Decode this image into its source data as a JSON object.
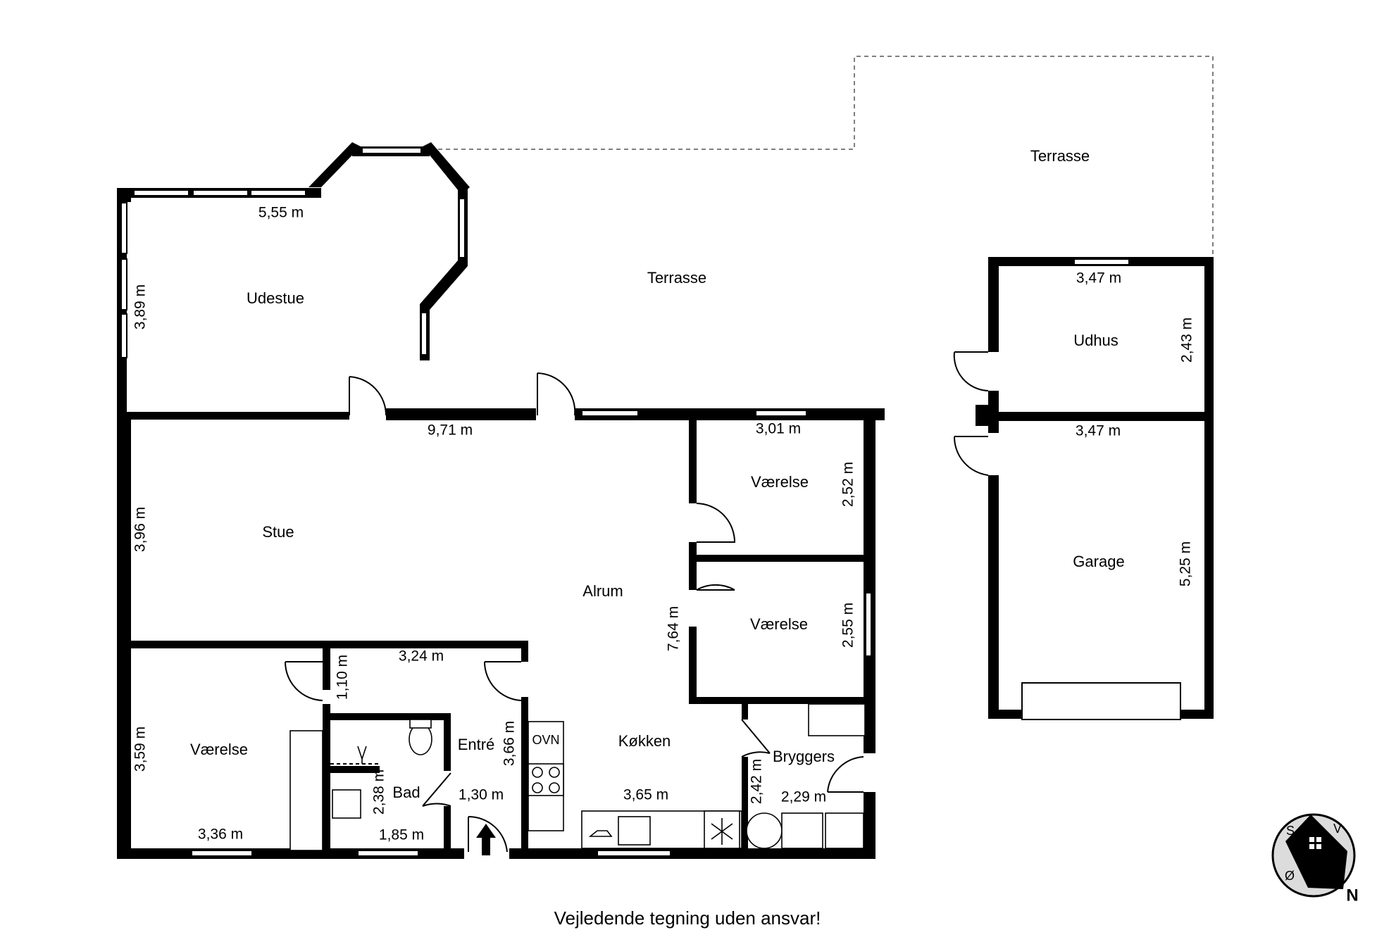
{
  "rooms": {
    "udestue": "Udestue",
    "terrasse_main": "Terrasse",
    "terrasse_top": "Terrasse",
    "udhus": "Udhus",
    "garage": "Garage",
    "stue": "Stue",
    "alrum": "Alrum",
    "vaerelse_top": "Værelse",
    "vaerelse_mid": "Værelse",
    "vaerelse_left": "Værelse",
    "bad": "Bad",
    "entre": "Entré",
    "kokken": "Køkken",
    "bryggers": "Bryggers"
  },
  "dimensions": {
    "udestue_w": "5,55 m",
    "udestue_h": "3,89 m",
    "main_w": "9,71 m",
    "stue_h": "3,96 m",
    "vaerelse_top_w": "3,01 m",
    "vaerelse_top_h": "2,52 m",
    "vaerelse_mid_h": "2,55 m",
    "alrum_h": "7,64 m",
    "hall_w": "3,24 m",
    "hall_h": "1,10 m",
    "vaerelse_left_h": "3,59 m",
    "vaerelse_left_w": "3,36 m",
    "bad_h": "2,38 m",
    "bad_w": "1,85 m",
    "entre_h": "3,66 m",
    "entre_w": "1,30 m",
    "kokken_w": "3,65 m",
    "bryggers_h": "2,42 m",
    "bryggers_w": "2,29 m",
    "udhus_w": "3,47 m",
    "udhus_h": "2,43 m",
    "garage_w": "3,47 m",
    "garage_h": "5,25 m"
  },
  "fixtures": {
    "oven": "OVN"
  },
  "compass": {
    "letters": [
      "S",
      "V",
      "Ø",
      "N"
    ]
  },
  "footer": "Vejledende tegning uden ansvar!"
}
